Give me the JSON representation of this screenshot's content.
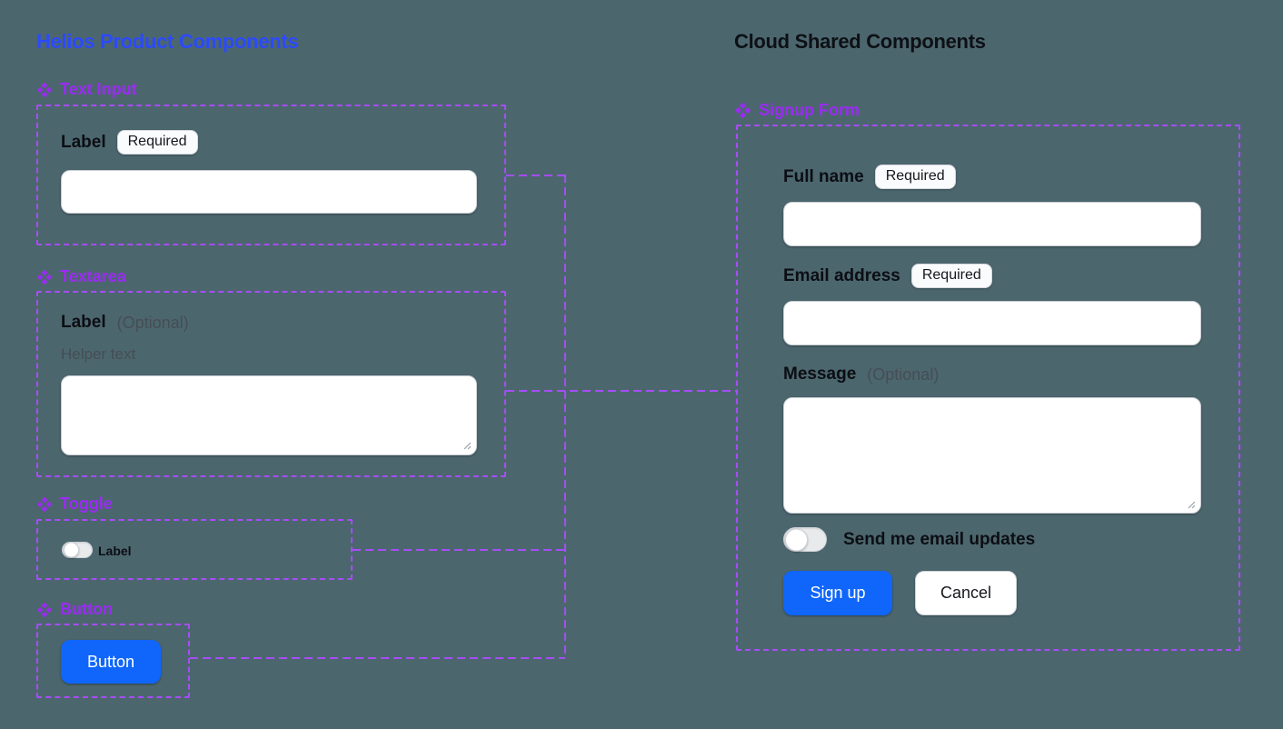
{
  "page": {
    "background": "#4C666E"
  },
  "colors": {
    "background": "#4C666E",
    "helios_title_blue": "#2B4AFE",
    "cloud_title_black": "#0D1015",
    "component_purple": "#9B2BF4",
    "connector_purple": "#A64DF8",
    "primary_blue": "#1066FA",
    "label_black": "#0B0E13",
    "muted_gray": "#454E54"
  },
  "helios": {
    "title": "Helios Product Components",
    "text_input": {
      "component_name": "Text Input",
      "label": "Label",
      "badge": "Required",
      "value": ""
    },
    "textarea": {
      "component_name": "Textarea",
      "label": "Label",
      "optional": "(Optional)",
      "helper": "Helper text",
      "value": ""
    },
    "toggle": {
      "component_name": "Toggle",
      "label": "Label",
      "state": "off"
    },
    "button": {
      "component_name": "Button",
      "label": "Button"
    }
  },
  "cloud": {
    "title": "Cloud Shared Components",
    "signup_form": {
      "component_name": "Signup Form",
      "full_name": {
        "label": "Full name",
        "badge": "Required",
        "value": ""
      },
      "email": {
        "label": "Email address",
        "badge": "Required",
        "value": ""
      },
      "message": {
        "label": "Message",
        "optional": "(Optional)",
        "value": ""
      },
      "updates_toggle": {
        "label": "Send me email updates",
        "state": "off"
      },
      "submit_label": "Sign up",
      "cancel_label": "Cancel"
    }
  }
}
